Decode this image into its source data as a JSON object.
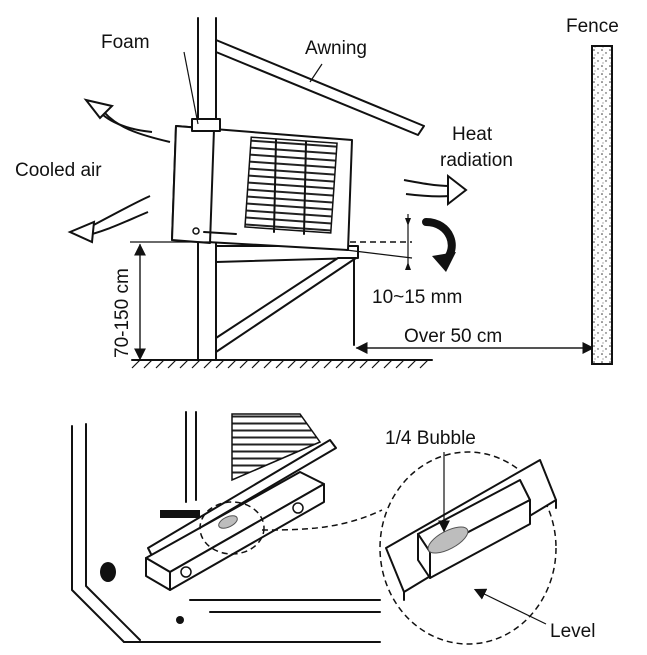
{
  "labels": {
    "foam": "Foam",
    "awning": "Awning",
    "fence": "Fence",
    "heat_radiation_line1": "Heat",
    "heat_radiation_line2": "radiation",
    "cooled_air": "Cooled air",
    "height": "70-150 cm",
    "tilt": "10~15 mm",
    "distance": "Over 50 cm",
    "bubble": "1/4 Bubble",
    "level": "Level"
  }
}
